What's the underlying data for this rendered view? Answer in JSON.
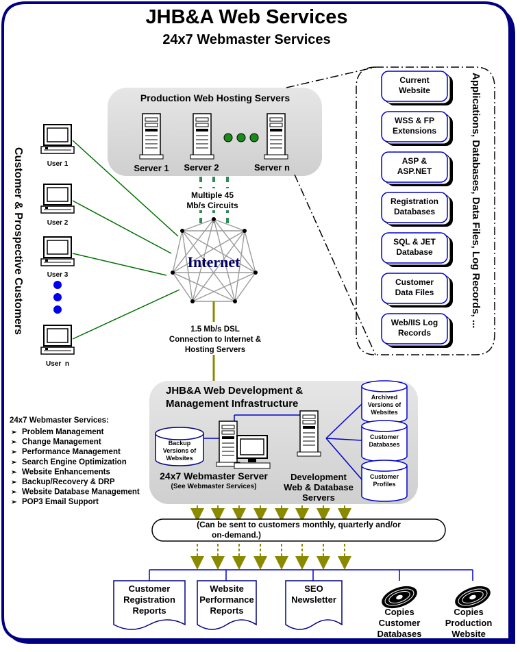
{
  "title": "JHB&A Web Services",
  "subtitle": "24x7 Webmaster Services",
  "side_label": "Customer & Prospective Customers",
  "right_label": "Applications, Databases, Data Files, Log Records, ...",
  "users": [
    "User 1",
    "User 2",
    "User 3",
    "User  n"
  ],
  "production": {
    "title": "Production Web Hosting Servers",
    "servers": [
      "Server 1",
      "Server 2",
      "Server n"
    ]
  },
  "circuits": [
    "Multiple 45",
    "Mb/s Circuits"
  ],
  "internet_label": "Internet",
  "dsl": [
    "1.5 Mb/s DSL",
    "Connection to Internet &",
    "Hosting Servers"
  ],
  "apps": [
    [
      "Current",
      "Website"
    ],
    [
      "WSS & FP",
      "Extensions"
    ],
    [
      "ASP &",
      "ASP.NET"
    ],
    [
      "Registration",
      "Databases"
    ],
    [
      "SQL & JET",
      "Database"
    ],
    [
      "Customer",
      "Data Files"
    ],
    [
      "Web/IIS Log",
      "Records"
    ]
  ],
  "dev": {
    "title": [
      "JHB&A Web Development &",
      "Management Infrastructure"
    ],
    "backup": [
      "Backup",
      "Versions of",
      "Websites"
    ],
    "webmaster": "24x7 Webmaster Server",
    "webmaster_note": "(See Webmaster Services)",
    "dev_servers": [
      "Development",
      "Web & Database",
      "Servers"
    ],
    "dbs": [
      [
        "Archived",
        "Versions of",
        "Websites"
      ],
      [
        "Customer",
        "Databases"
      ],
      [
        "Customer",
        "Profiles"
      ]
    ]
  },
  "services": {
    "heading": "24x7 Webmaster Services:",
    "items": [
      "Problem Management",
      "Change Management",
      "Performance Management",
      "Search Engine Optimization",
      "Website Enhancements",
      "Backup/Recovery & DRP",
      "Website Database Management",
      "POP3 Email Support"
    ]
  },
  "delivery_note": [
    "(Can be sent to customers monthly, quarterly and/or",
    "on-demand.)"
  ],
  "reports": [
    [
      "Customer",
      "Registration",
      "Reports"
    ],
    [
      "Website",
      "Performance",
      "Reports"
    ],
    [
      "SEO",
      "Newsletter"
    ]
  ],
  "copies": [
    [
      "Copies",
      "Customer",
      "Databases"
    ],
    [
      "Copies",
      "Production",
      "Website"
    ]
  ],
  "colors": {
    "frame": "#000080",
    "link_green": "#007000",
    "link_blue": "#0000cc",
    "arrow_olive": "#8a8a00",
    "panel_gray": "#d9d9d9",
    "circuit_teal": "#2e8b57",
    "dot_blue": "#0000ee",
    "dot_green": "#1a8a1a"
  },
  "icons": [
    "computer-icon",
    "server-icon",
    "database-icon",
    "document-icon",
    "cd-icon",
    "arrow-icon"
  ]
}
